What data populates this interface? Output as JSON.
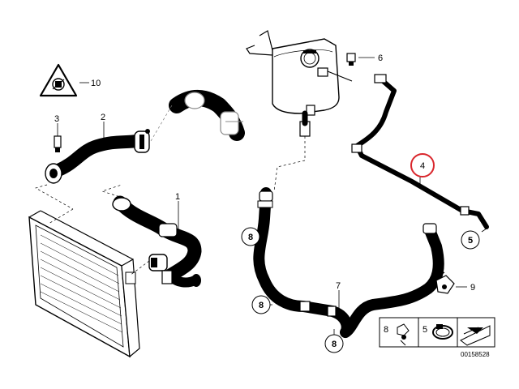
{
  "callouts": {
    "p1": "1",
    "p2": "2",
    "p3": "3",
    "p4": "4",
    "p5": "5",
    "p6": "6",
    "p7": "7",
    "p9": "9",
    "p10": "10"
  },
  "circled": {
    "c5": "5",
    "c8a": "8",
    "c8b": "8",
    "c8c": "8"
  },
  "legend": {
    "item8": "8",
    "item5": "5"
  },
  "document_id": "00158528",
  "highlight_color": "#d9262c"
}
